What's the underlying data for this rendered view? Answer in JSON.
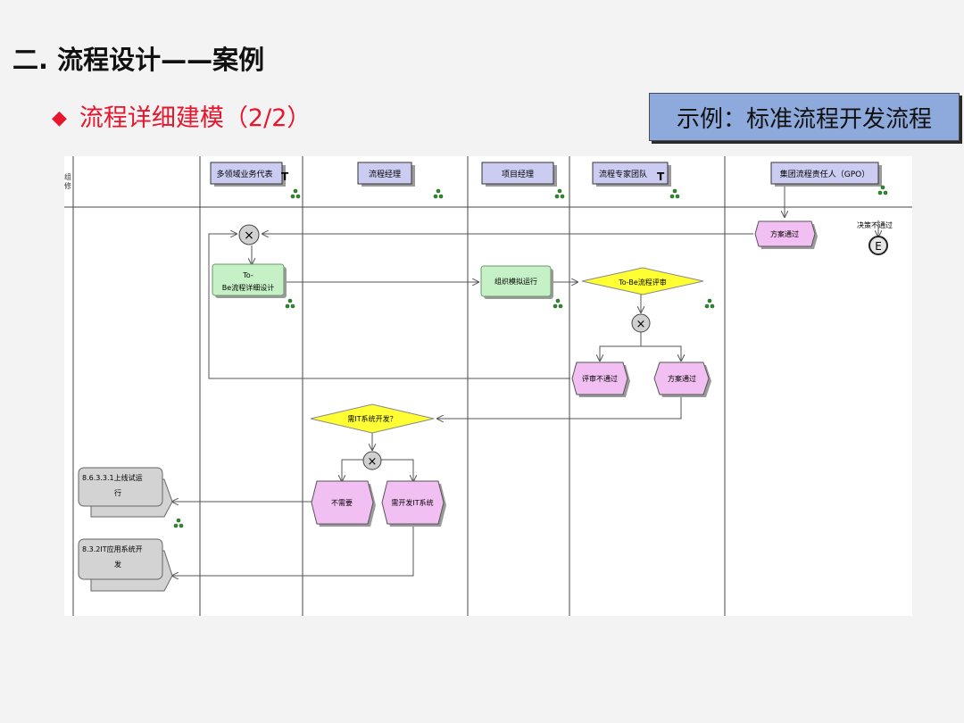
{
  "slide": {
    "title": "二. 流程设计——案例",
    "subtitle": "流程详细建模（2/2）",
    "bullet": "◆",
    "example_label": "示例：标准流程开发流程"
  },
  "lanes": [
    {
      "id": "lane1",
      "label": "多领域业务代表"
    },
    {
      "id": "lane2",
      "label": "流程经理"
    },
    {
      "id": "lane3",
      "label": "项目经理"
    },
    {
      "id": "lane4",
      "label": "流程专家团队"
    },
    {
      "id": "lane5",
      "label": "集团流程责任人（GPO）"
    }
  ],
  "cut_header": {
    "line1": "组",
    "line2": "修"
  },
  "lane_badge": "T",
  "nodes": {
    "tobe_design_line1": "To-",
    "tobe_design_line2": "Be流程详细设计",
    "simulation": "组织模拟运行",
    "tobe_review": "To-Be流程评审",
    "review_fail": "评审不通过",
    "plan_pass_mid": "方案通过",
    "plan_pass_top": "方案通过",
    "need_it": "需IT系统开发？",
    "not_needed": "不需要",
    "need_dev_it": "需开发IT系统",
    "trial_line1": "8.6.3.3.1上线试运",
    "trial_line2": "行",
    "itdev_line1": "8.3.2IT应用系统开",
    "itdev_line2": "发",
    "decision_fail": "决策不通过",
    "end_event": "E",
    "xor": "×"
  },
  "colors": {
    "lane_header": "#ccccf2",
    "function_box": "#c6f0c6",
    "event": "#f2bff2",
    "decision": "#ffff33",
    "interface": "#d3d3d3",
    "title_red": "#e8152c",
    "example_box": "#8ea9db"
  }
}
